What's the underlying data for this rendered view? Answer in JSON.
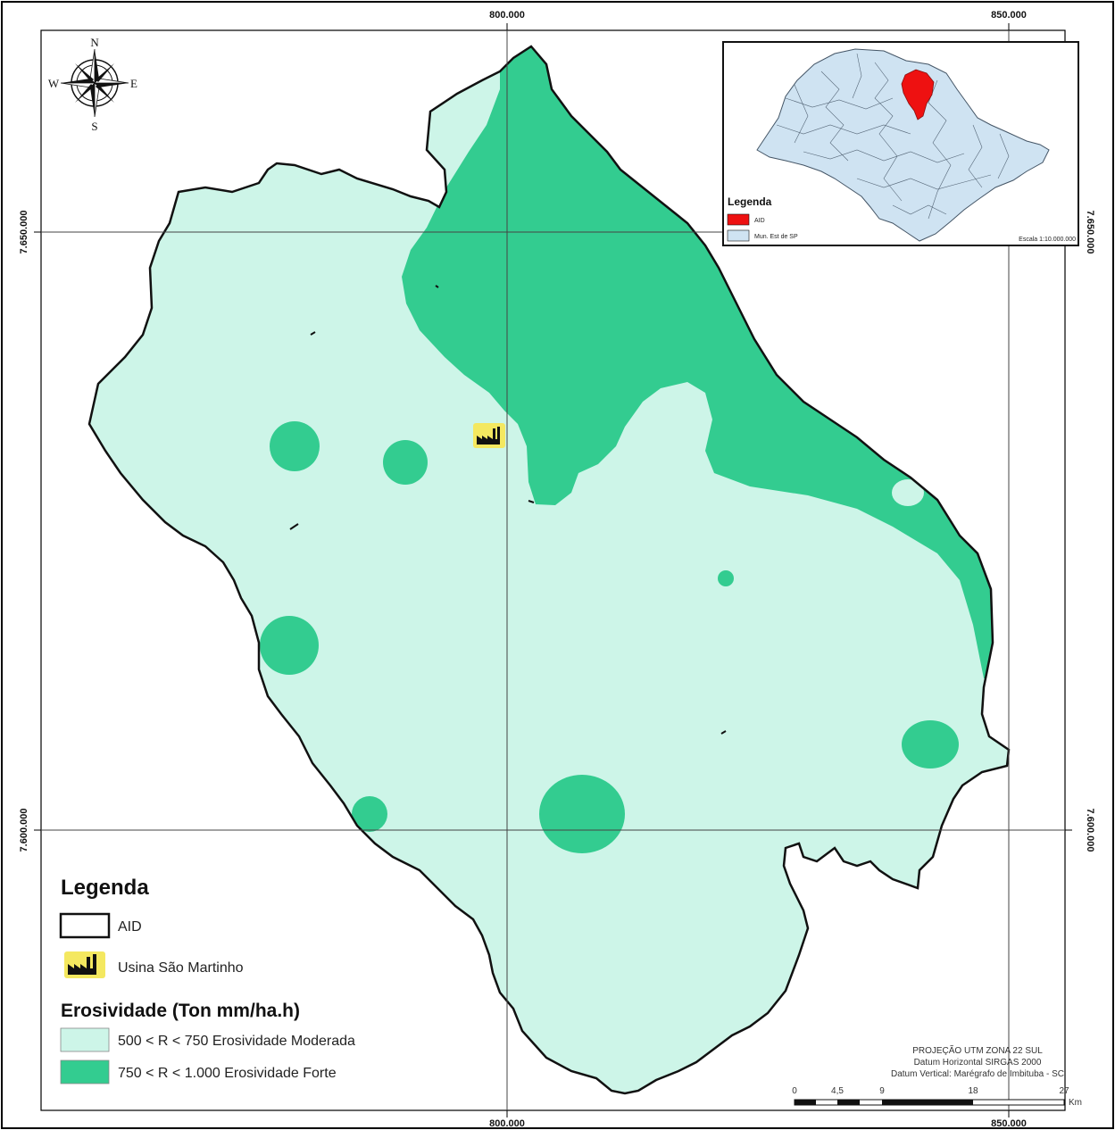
{
  "coordinates": {
    "x_top_1": "800.000",
    "x_top_2": "850.000",
    "x_bottom_1": "800.000",
    "x_bottom_2": "850.000",
    "y_left_1": "7.650.000",
    "y_left_2": "7.600.000",
    "y_right_1": "7.650.000",
    "y_right_2": "7.600.000"
  },
  "compass": {
    "n": "N",
    "s": "S",
    "e": "E",
    "w": "W"
  },
  "legend": {
    "title": "Legenda",
    "aid_label": "AID",
    "usina_label": "Usina São Martinho",
    "erosion_title": "Erosividade (Ton mm/ha.h)",
    "moderate_label": "500 < R < 750 Erosividade Moderada",
    "strong_label": "750 < R < 1.000 Erosividade Forte"
  },
  "inset": {
    "legend_title": "Legenda",
    "aid_label": "AID",
    "mun_label": "Mun. Est de SP",
    "scale": "Escala 1:10.000.000"
  },
  "projection": {
    "line1": "PROJEÇÃO UTM ZONA 22 SUL",
    "line2": "Datum Horizontal SIRGAS 2000",
    "line3": "Datum Vertical: Marégrafo de Imbituba - SC"
  },
  "scalebar": {
    "ticks": [
      "0",
      "4,5",
      "9",
      "18",
      "27"
    ],
    "unit": "Km"
  },
  "colors": {
    "moderate": "#cdf5e8",
    "strong": "#33cc90",
    "aid_inset": "#ee1111",
    "mun_inset": "#cfe3f2",
    "usina_bg": "#f4e860"
  }
}
